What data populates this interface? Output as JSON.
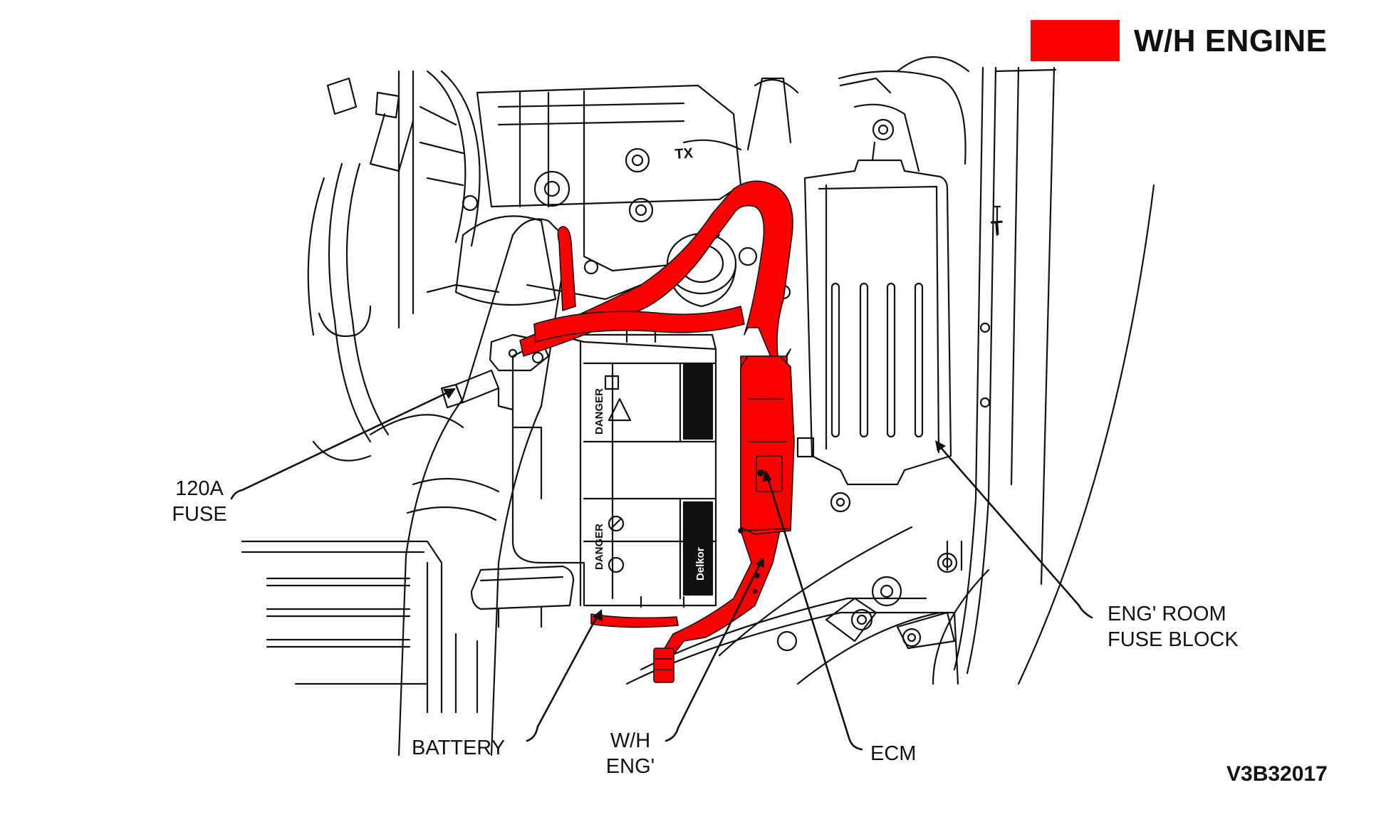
{
  "legend": {
    "label": "W/H ENGINE",
    "swatch_color": "#FF0000"
  },
  "callouts": {
    "fuse_line1": "120A",
    "fuse_line2": "FUSE",
    "battery": "BATTERY",
    "harness_line1": "W/H",
    "harness_line2": "ENG'",
    "ecm": "ECM",
    "fuse_block_line1": "ENG' ROOM",
    "fuse_block_line2": "FUSE BLOCK"
  },
  "battery_labels": {
    "danger": "DANGER",
    "brand": "Delkor"
  },
  "part_marks": {
    "tx": "TX",
    "t": "T"
  },
  "figure_code": "V3B32017",
  "colors": {
    "harness": "#FF0000",
    "linework": "#111111"
  }
}
